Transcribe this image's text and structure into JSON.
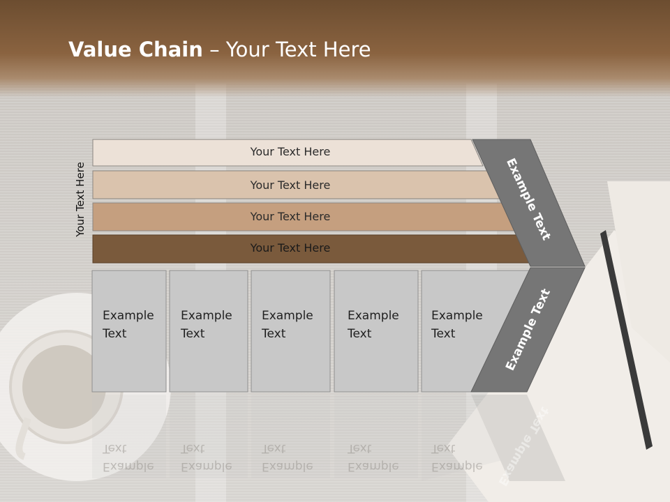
{
  "slide": {
    "title_bold": "Value Chain",
    "title_rest": " – Your Text Here",
    "vertical_label": "Your Text Here",
    "rows": [
      {
        "label": "Your Text Here",
        "color": "#ece1d7"
      },
      {
        "label": "Your Text Here",
        "color": "#dac3ad"
      },
      {
        "label": "Your Text Here",
        "color": "#c59f7f"
      },
      {
        "label": "Your Text Here",
        "color": "#7a5a3c"
      }
    ],
    "cells": [
      {
        "line1": "Example",
        "line2": "Text"
      },
      {
        "line1": "Example",
        "line2": "Text"
      },
      {
        "line1": "Example",
        "line2": "Text"
      },
      {
        "line1": "Example",
        "line2": "Text"
      },
      {
        "line1": "Example",
        "line2": "Text"
      }
    ],
    "chevron_upper": "Example Text",
    "chevron_lower": "Example Text",
    "colors": {
      "header": "#7a5837",
      "cell_fill": "#c8c8c8",
      "chevron": "#767676"
    }
  }
}
